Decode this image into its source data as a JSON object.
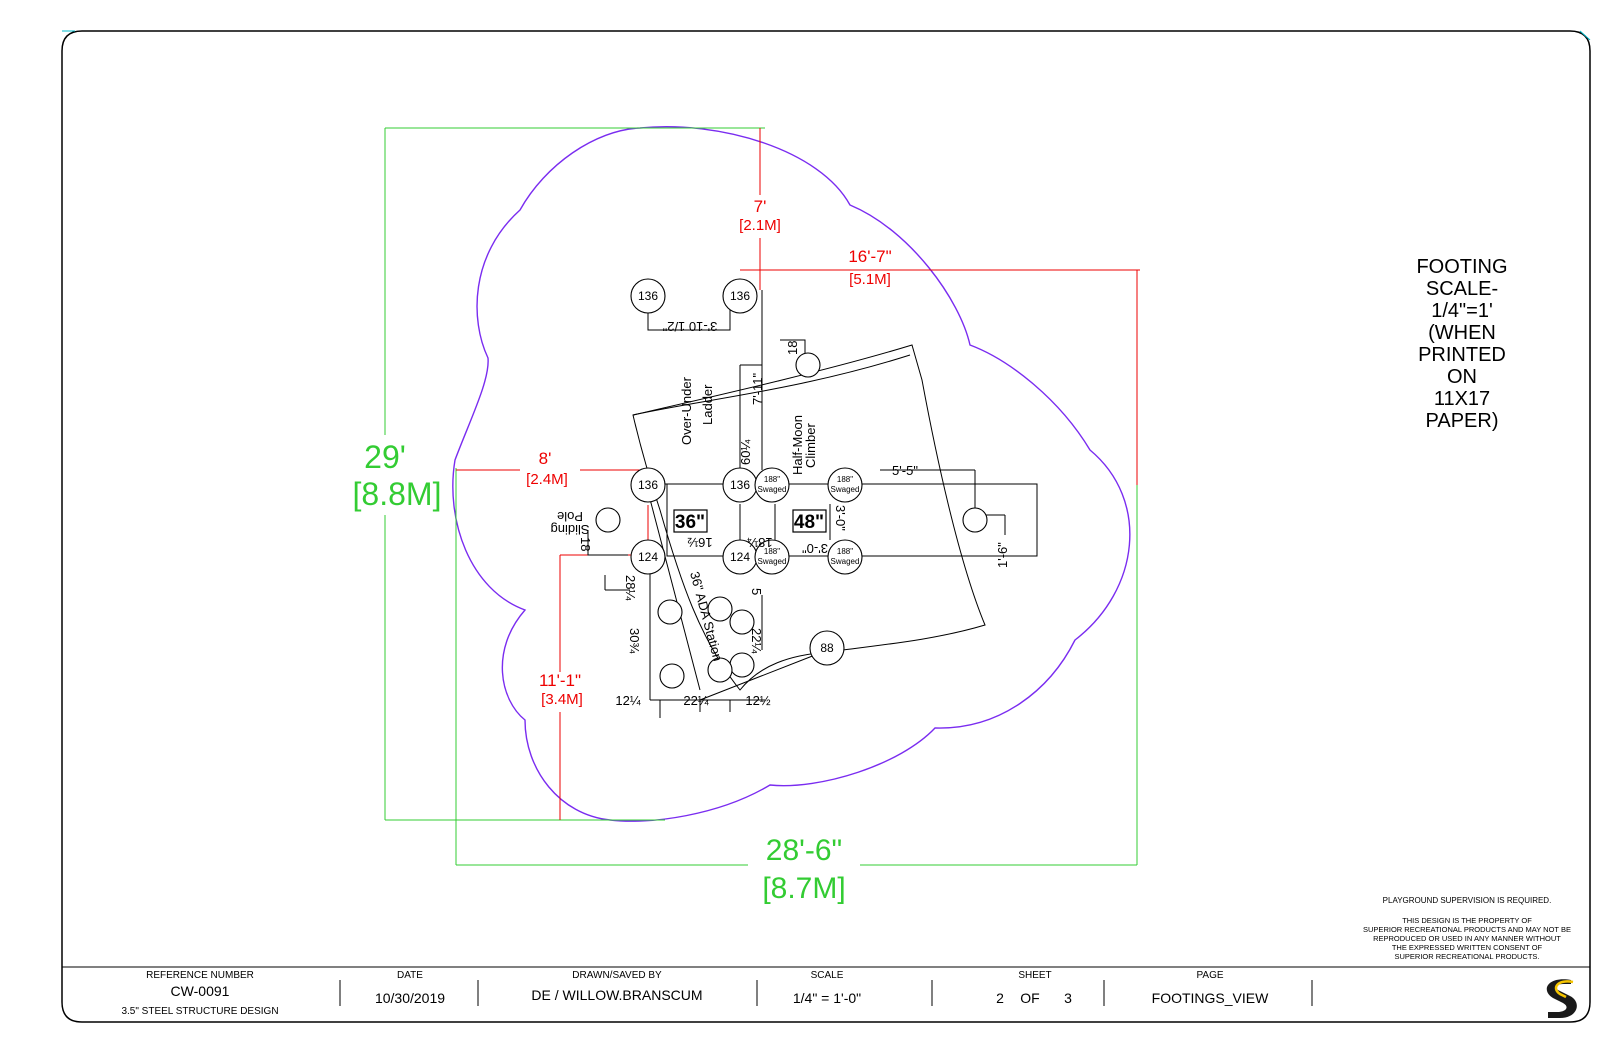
{
  "colors": {
    "perimeter": "#7a2cf0",
    "overall_dims": "#33cc33",
    "red_dims": "#ee0000",
    "linework": "#000000",
    "logo_yellow": "#f5c400"
  },
  "note": {
    "lines": [
      "FOOTING",
      "SCALE-",
      "1/4\"=1'",
      "(WHEN",
      "PRINTED",
      "ON",
      "11X17",
      "PAPER)"
    ]
  },
  "overall": {
    "height_ft": "29'",
    "height_m": "[8.8M]",
    "width_ft": "28'-6\"",
    "width_m": "[8.7M]"
  },
  "red_dims": {
    "top_ft": "7'",
    "top_m": "[2.1M]",
    "right_ft": "16'-7\"",
    "right_m": "[5.1M]",
    "left_ft": "8'",
    "left_m": "[2.4M]",
    "bottom_ft": "11'-1\"",
    "bottom_m": "[3.4M]"
  },
  "posts": {
    "p136a": "136",
    "p136b": "136",
    "p136c": "136",
    "p136d": "136",
    "p124a": "124",
    "p124b": "124",
    "p88": "88",
    "sw_num": "188\"",
    "sw_word": "Swaged"
  },
  "components": {
    "over_under_1": "Over-Under",
    "over_under_2": "Ladder",
    "half_moon_1": "Half-Moon",
    "half_moon_2": "Climber",
    "sliding_1": "Sliding",
    "sliding_2": "Pole",
    "ada": "36\" ADA Station",
    "deck36": "36\"",
    "deck48": "48\""
  },
  "dims": {
    "d_5_5": "5'-5\"",
    "d_1_6": "1'-6\"",
    "d_3_10": "3'-10 1/2\"",
    "d_7_11": "7'-11\"",
    "d_18_top": "18",
    "d_60": "60¼",
    "d_18_left": "18",
    "d_3_0a": "3'-0\"",
    "d_3_0b": "3'-0\"",
    "d_18_mid": "18¼",
    "d_16": "16½",
    "d_28": "28¼",
    "d_30": "30¾",
    "d_22a": "22¼",
    "d_5": "5",
    "d_12a": "12¼",
    "d_22b": "22¼",
    "d_12b": "12½"
  },
  "legal": {
    "supervision": "PLAYGROUND SUPERVISION IS REQUIRED.",
    "l1": "THIS DESIGN IS THE PROPERTY OF",
    "l2": "SUPERIOR RECREATIONAL PRODUCTS AND MAY NOT BE",
    "l3": "REPRODUCED OR USED IN ANY MANNER WITHOUT",
    "l4": "THE EXPRESSED WRITTEN CONSENT OF",
    "l5": "SUPERIOR RECREATIONAL PRODUCTS."
  },
  "title_block": {
    "ref_label": "REFERENCE NUMBER",
    "ref_value": "CW-0091",
    "ref_sub": "3.5\" STEEL STRUCTURE DESIGN",
    "date_label": "DATE",
    "date_value": "10/30/2019",
    "drawn_label": "DRAWN/SAVED BY",
    "drawn_value": "DE / WILLOW.BRANSCUM",
    "scale_label": "SCALE",
    "scale_value": "1/4\" = 1'-0\"",
    "sheet_label": "SHEET",
    "sheet_num": "2",
    "sheet_of": "OF",
    "sheet_total": "3",
    "page_label": "PAGE",
    "page_value": "FOOTINGS_VIEW"
  }
}
